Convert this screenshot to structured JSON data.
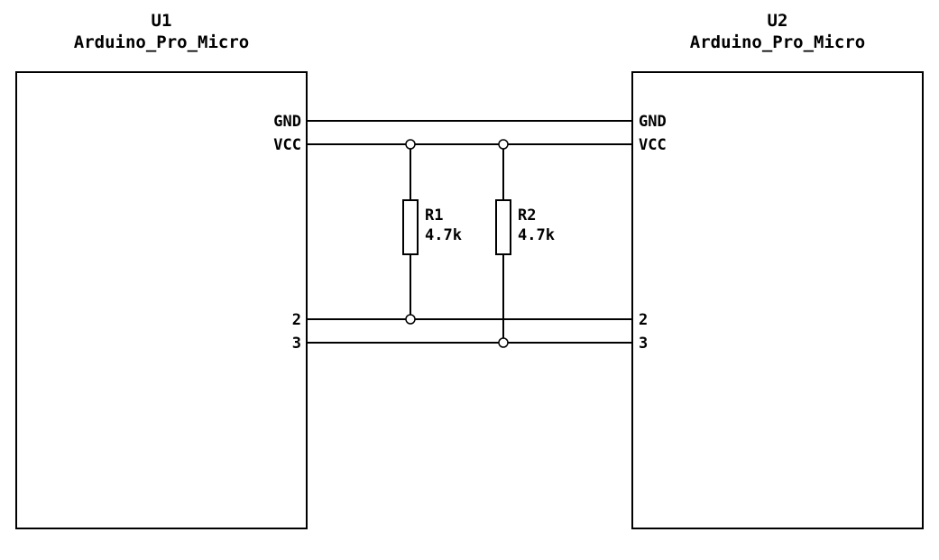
{
  "components": {
    "u1": {
      "ref": "U1",
      "value": "Arduino_Pro_Micro",
      "pins": {
        "gnd": "GND",
        "vcc": "VCC",
        "p2": "2",
        "p3": "3"
      }
    },
    "u2": {
      "ref": "U2",
      "value": "Arduino_Pro_Micro",
      "pins": {
        "gnd": "GND",
        "vcc": "VCC",
        "p2": "2",
        "p3": "3"
      }
    }
  },
  "resistors": {
    "r1": {
      "ref": "R1",
      "value": "4.7k"
    },
    "r2": {
      "ref": "R2",
      "value": "4.7k"
    }
  },
  "colors": {
    "wire": "#000000",
    "background": "#ffffff"
  }
}
